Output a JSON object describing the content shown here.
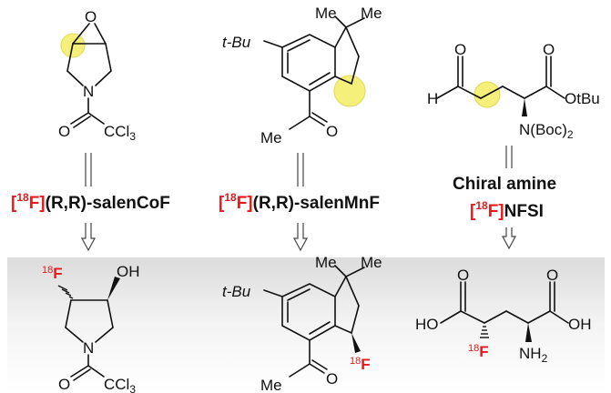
{
  "colors": {
    "accent": "#e8191b",
    "highlight": "#f5f07a",
    "panel_top": "#e3e3e3"
  },
  "top_row": {
    "mol1": {
      "o": "O",
      "n": "N",
      "carbonyl_o": "O",
      "ccl3": "CCl",
      "ccl3_sub": "3"
    },
    "mol2": {
      "tbu": "t-Bu",
      "me1": "Me",
      "me2": "Me",
      "me_acyl": "Me",
      "o": "O"
    },
    "mol3": {
      "h": "H",
      "o1": "O",
      "o2": "O",
      "otbu": "OtBu",
      "nboc": "N(Boc)",
      "nboc_sub": "2"
    }
  },
  "reagents": {
    "r1": {
      "sup": "18",
      "f": "F]",
      "open": "[",
      "rest": "(R,R)-salenCoF"
    },
    "r2": {
      "sup": "18",
      "f": "F]",
      "open": "[",
      "rest": "(R,R)-salenMnF"
    },
    "r3": {
      "line1": "Chiral amine",
      "open": "[",
      "sup": "18",
      "f": "F]",
      "rest": "NFSI"
    }
  },
  "bottom_row": {
    "p1": {
      "f": "F",
      "sup": "18",
      "oh": "OH",
      "n": "N",
      "o": "O",
      "ccl3": "CCl",
      "ccl3_sub": "3"
    },
    "p2": {
      "tbu": "t-Bu",
      "me1": "Me",
      "me2": "Me",
      "f": "F",
      "sup": "18",
      "me_acyl": "Me",
      "o": "O"
    },
    "p3": {
      "ho1": "HO",
      "o1": "O",
      "o2": "O",
      "oh": "OH",
      "f": "F",
      "sup": "18",
      "nh": "NH",
      "nh_sub": "2"
    }
  }
}
